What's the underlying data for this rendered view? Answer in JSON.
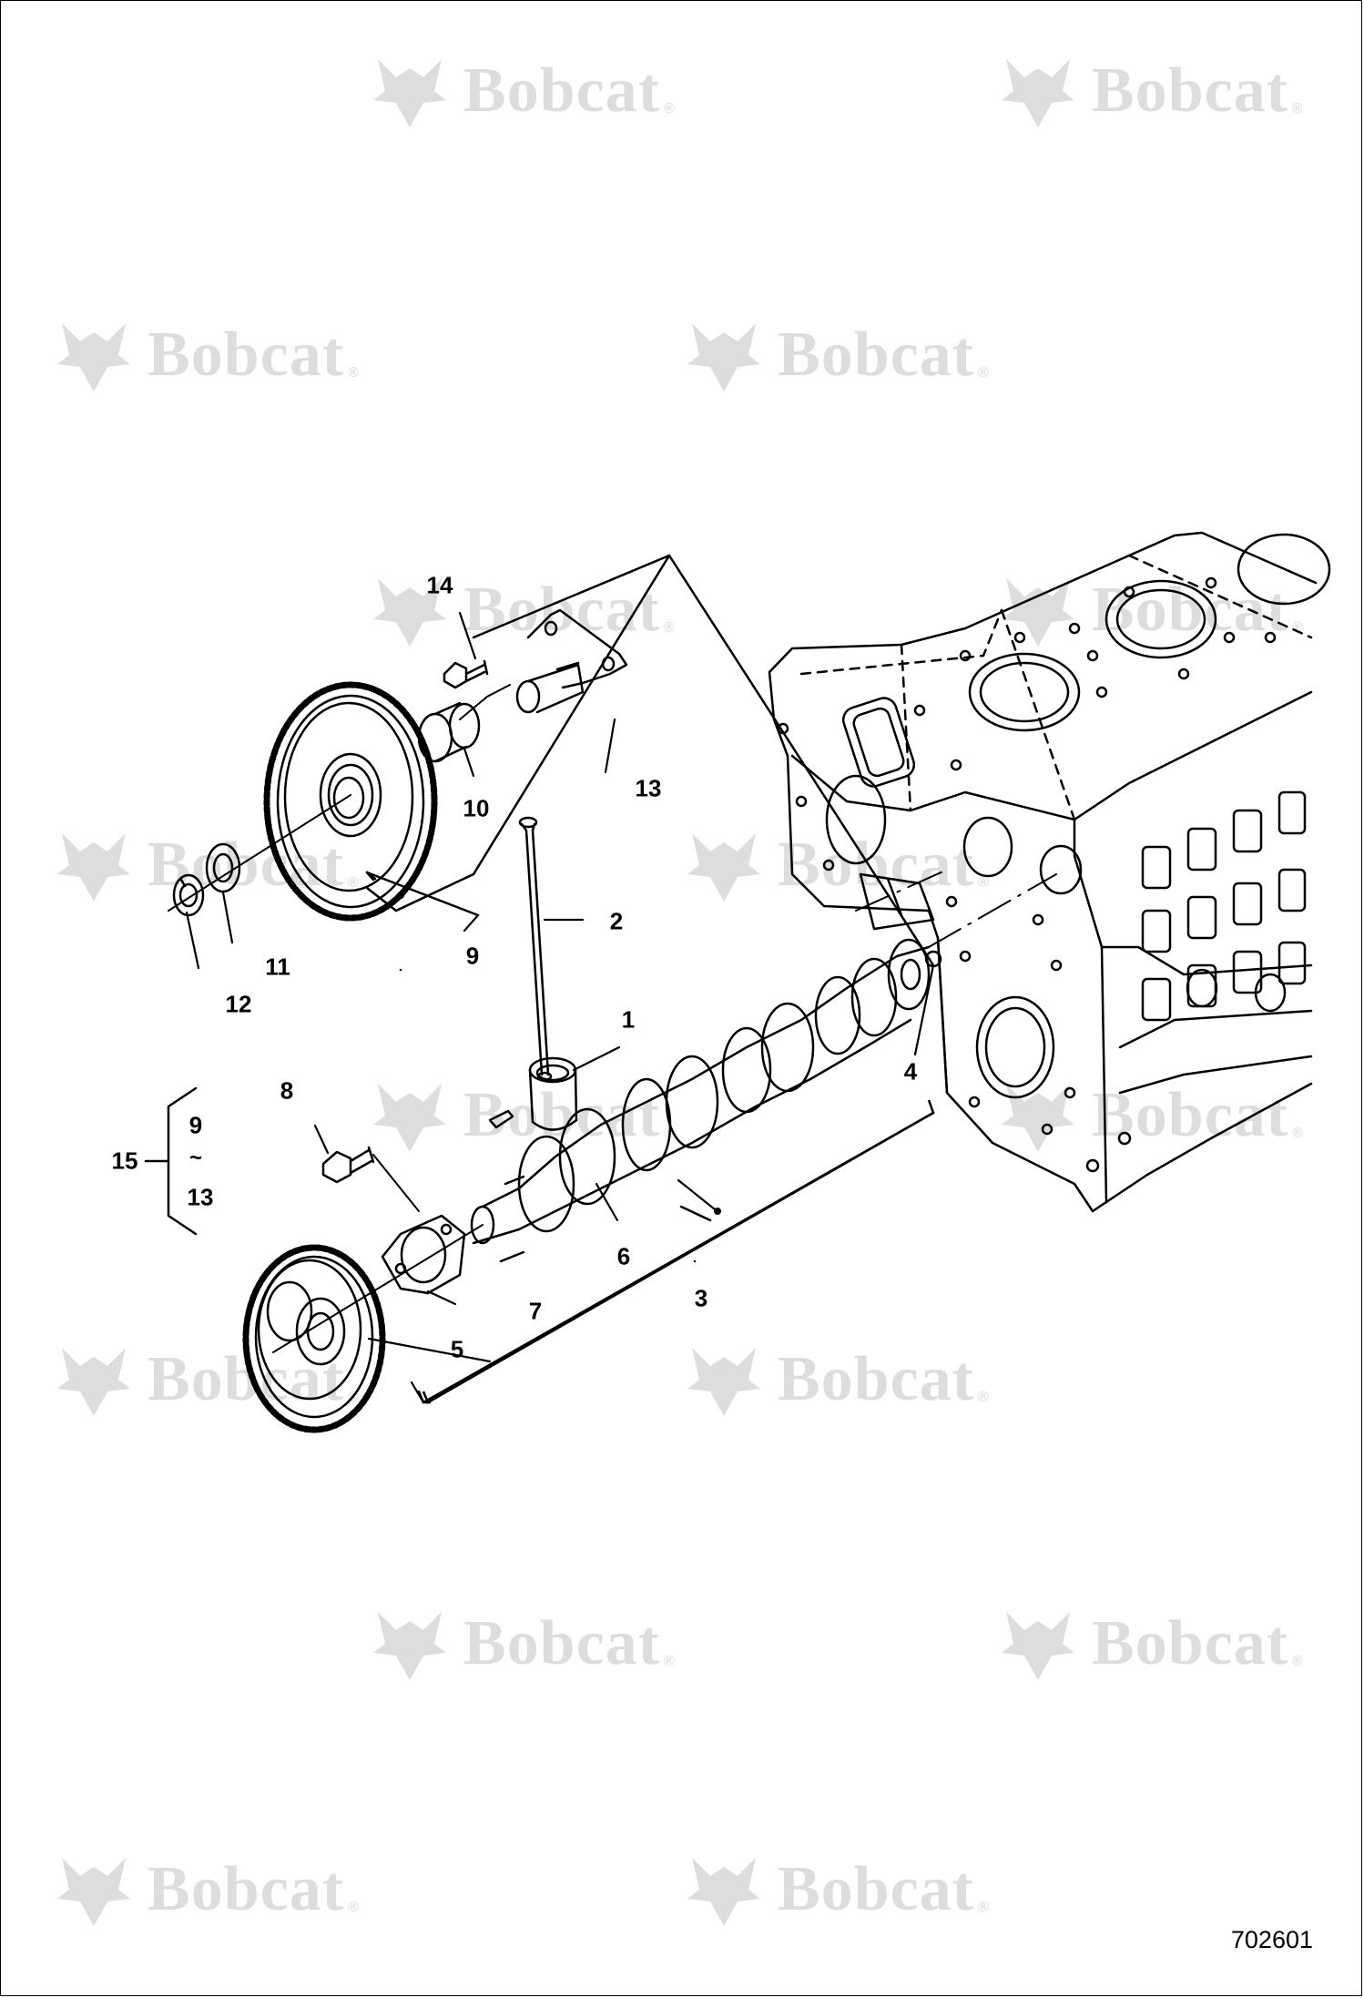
{
  "watermark": {
    "brand": "Bobcat",
    "mark": "®"
  },
  "callouts": {
    "c1": "1",
    "c2": "2",
    "c3": "3",
    "c4": "4",
    "c5": "5",
    "c6": "6",
    "c7": "7",
    "c8": "8",
    "c9": "9",
    "c10": "10",
    "c11": "11",
    "c12": "12",
    "c13": "13",
    "c14": "14",
    "c15": "15",
    "k_top": "9",
    "k_tilde": "~",
    "k_bottom": "13"
  },
  "figure_id": "702601",
  "colors": {
    "ink": "#000000",
    "watermark": "#dcdcdc",
    "background": "#ffffff"
  }
}
